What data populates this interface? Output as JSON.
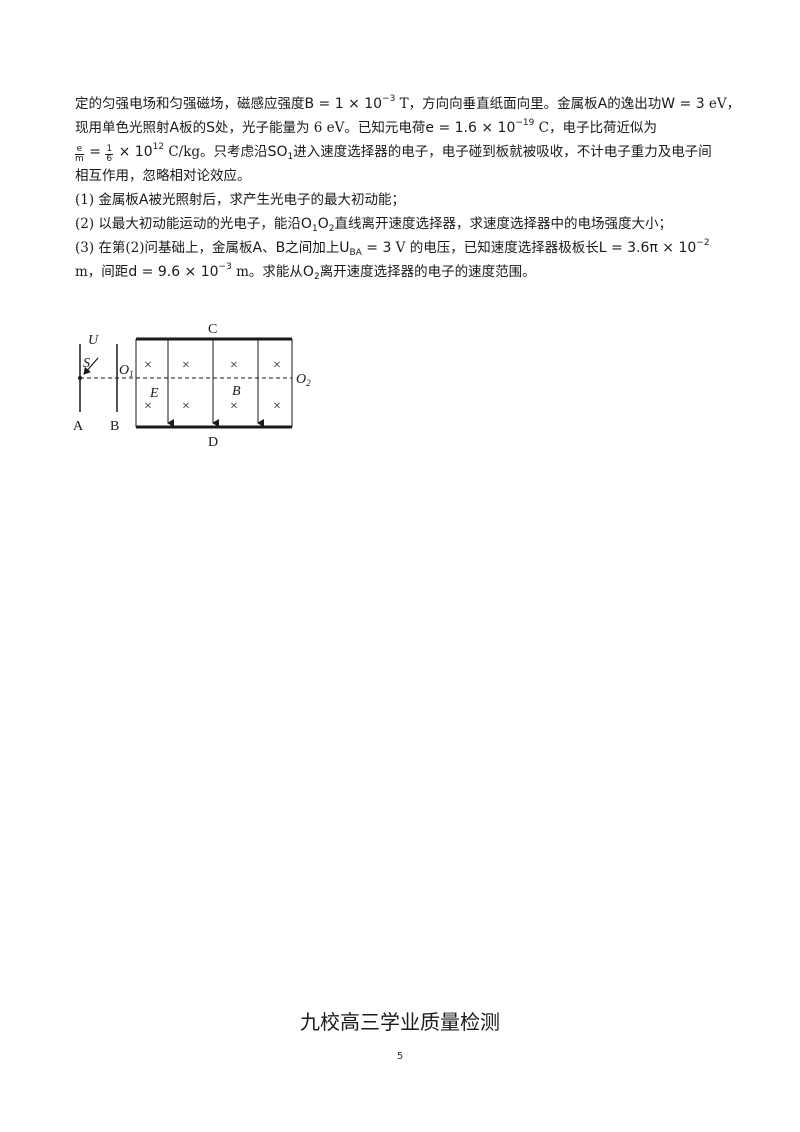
{
  "problem": {
    "l1_a": "定的匀强电场和匀强磁场，磁感应强度",
    "l1_b_base": "B = 1 × 10",
    "l1_b_exp": "−3",
    "l1_c": " T，方向向垂直纸面向里。金属板",
    "l1_d": "A",
    "l1_e": "的逸出功",
    "l1_f": "W = 3",
    "l1_g": " eV，",
    "l2_a": "现用单色光照射",
    "l2_b": "A",
    "l2_c": "板的",
    "l2_d": "S",
    "l2_e": "处，光子能量为 6 eV。已知元电荷",
    "l2_f_base": "e = 1.6 × 10",
    "l2_f_exp": "−19",
    "l2_g": " C，电子比荷近似为",
    "l3_frac_num": "e",
    "l3_frac_den": "m",
    "l3_eq": " = ",
    "l3_frac2_num": "1",
    "l3_frac2_den": "6",
    "l3_b_base": " × 10",
    "l3_b_exp": "12",
    "l3_c": " C/kg。只考虑沿",
    "l3_d_base": "SO",
    "l3_d_sub": "1",
    "l3_e": "进入速度选择器的电子，电子碰到板就被吸收，不计电子重力及电子间",
    "l4": "相互作用，忽略相对论效应。",
    "q1_a": "(1) 金属板",
    "q1_b": "A",
    "q1_c": "被光照射后，求产生光电子的最大初动能；",
    "q2_a": "(2) 以最大初动能运动的光电子，能沿",
    "q2_b1": "O",
    "q2_b1s": "1",
    "q2_b2": "O",
    "q2_b2s": "2",
    "q2_c": "直线离开速度选择器，求速度选择器中的电场强度大小；",
    "q3_a": "(3) 在第(2)问基础上，金属板",
    "q3_b": "A",
    "q3_c": "、",
    "q3_d": "B",
    "q3_e": "之间加上",
    "q3_f_base": "U",
    "q3_f_sub": "BA",
    "q3_f_val": " = 3",
    "q3_g": " V 的电压，已知速度选择器极板长",
    "q3_h_base": "L = 3.6π × 10",
    "q3_h_exp": "−2",
    "q3_i": "m，间距",
    "q3_j_base": "d = 9.6 × 10",
    "q3_j_exp": "−3",
    "q3_k": " m。求能从",
    "q3_l_base": "O",
    "q3_l_sub": "2",
    "q3_m": "离开速度选择器的电子的速度范围。"
  },
  "figure": {
    "label_U": "U",
    "label_S": "S",
    "label_O1": "O",
    "label_O1_sub": "1",
    "label_O2": "O",
    "label_O2_sub": "2",
    "label_C": "C",
    "label_D": "D",
    "label_E": "E",
    "label_B": "B",
    "label_A": "A",
    "label_Bplate": "B",
    "cross": "×"
  },
  "footer": {
    "title": "九校高三学业质量检测",
    "page_number": "5"
  }
}
